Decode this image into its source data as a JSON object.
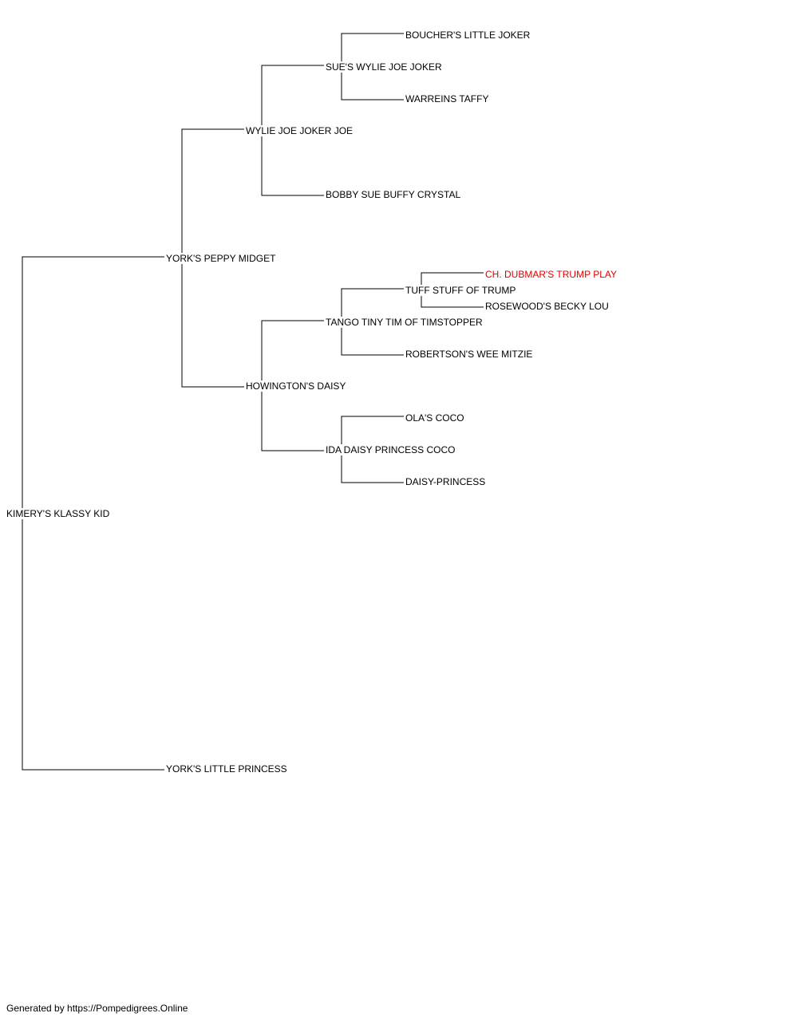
{
  "pedigree": {
    "root": "KIMERY'S KLASSY KID",
    "sire": "YORK'S PEPPY MIDGET",
    "dam": "YORK'S LITTLE PRINCESS",
    "sire_sire": "WYLIE JOE JOKER JOE",
    "sire_dam": "HOWINGTON'S DAISY",
    "sire_sire_sire": "SUE'S WYLIE JOE JOKER",
    "sire_sire_dam": "BOBBY SUE BUFFY CRYSTAL",
    "sire_sire_sire_sire": "BOUCHER'S LITTLE JOKER",
    "sire_sire_sire_dam": "WARREINS TAFFY",
    "sire_dam_sire": "TANGO TINY TIM OF TIMSTOPPER",
    "sire_dam_dam": "IDA DAISY PRINCESS COCO",
    "sire_dam_sire_sire": "TUFF STUFF OF TRUMP",
    "sire_dam_sire_dam": "ROBERTSON'S WEE MITZIE",
    "sire_dam_sire_sire_sire": "CH. DUBMAR'S TRUMP PLAY",
    "sire_dam_sire_sire_dam": "ROSEWOOD'S BECKY LOU",
    "sire_dam_dam_sire": "OLA'S COCO",
    "sire_dam_dam_dam": "DAISY-PRINCESS"
  },
  "colors": {
    "text": "#000000",
    "champion": "#e00000",
    "line": "#000000"
  },
  "footer": "Generated by https://Pompedigrees.Online"
}
